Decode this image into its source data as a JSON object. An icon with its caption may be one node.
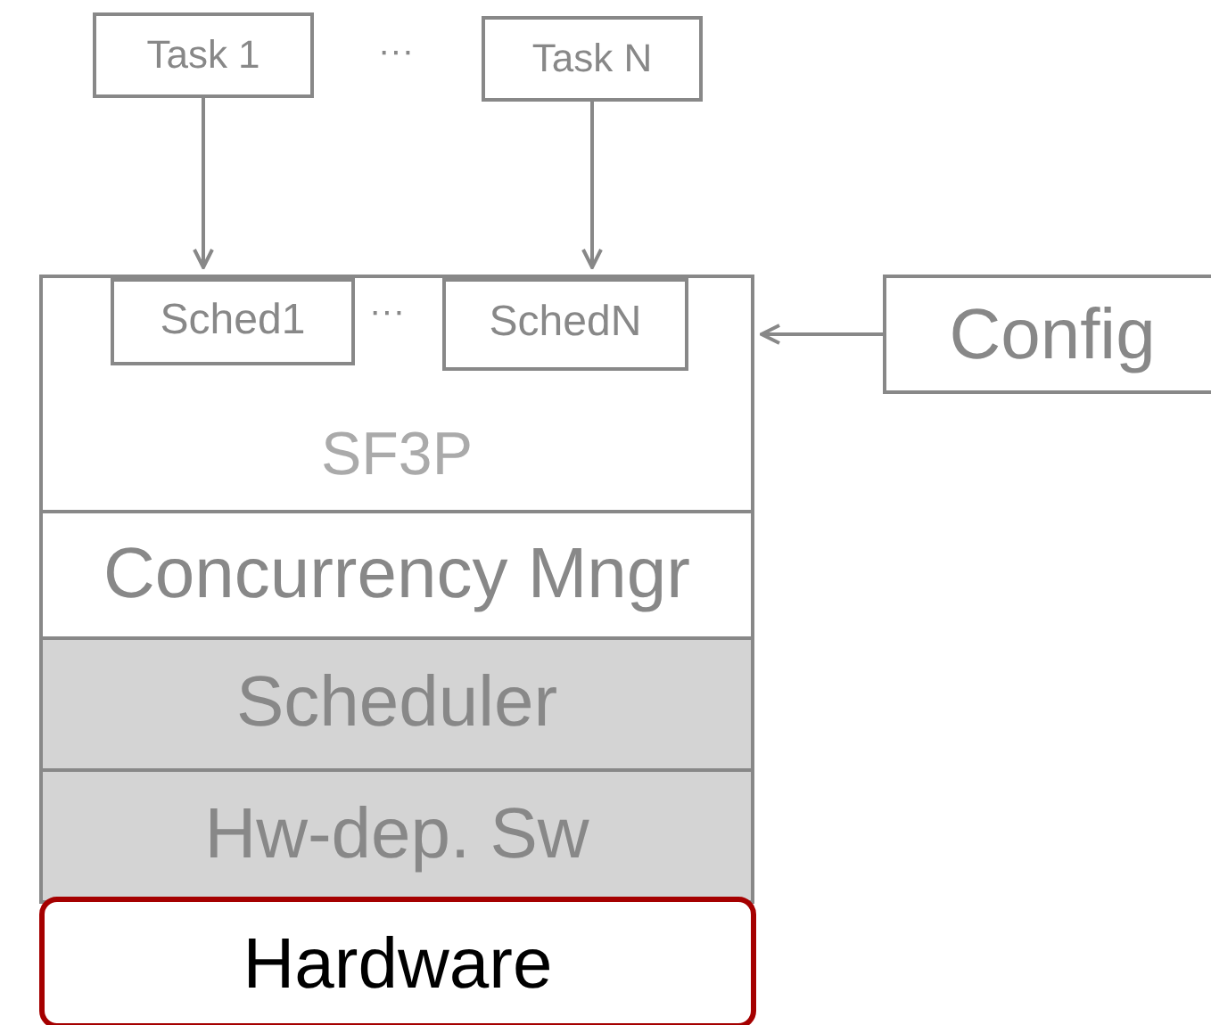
{
  "diagram": {
    "nodes": [
      {
        "text": [
          "Task 1"
        ]
      },
      {
        "text": [
          "Task N"
        ]
      },
      {
        "text": [
          "SF3P"
        ]
      },
      {
        "text": [
          "Sched1"
        ],
        "in": 2
      },
      {
        "text": [
          "SchedN"
        ],
        "in": 2
      },
      {
        "text": [
          "Config"
        ]
      },
      {
        "text": [
          "Concurrency Mngr"
        ]
      },
      {
        "text": [
          "Scheduler"
        ]
      },
      {
        "text": [
          "Hw-dep. Sw"
        ]
      },
      {
        "text": [
          "Hardware"
        ]
      }
    ],
    "edges": [
      {
        "from": 0,
        "to": 3,
        "arrow": "to"
      },
      {
        "from": 1,
        "to": 4,
        "arrow": "to"
      },
      {
        "from": 5,
        "to": 2,
        "arrow": "to"
      }
    ],
    "labels": [
      "···",
      "···"
    ]
  }
}
